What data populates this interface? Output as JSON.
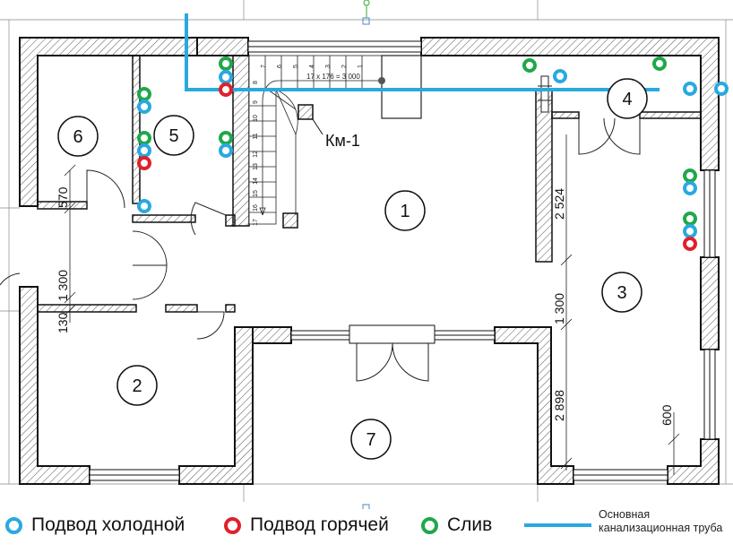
{
  "rooms": [
    "1",
    "2",
    "3",
    "4",
    "5",
    "6",
    "7"
  ],
  "stair_label": "17 x 176 = 3 000",
  "stair_steps": [
    "7",
    "6",
    "5",
    "4",
    "3",
    "2",
    "1",
    "8",
    "9",
    "10",
    "11",
    "12",
    "13",
    "14",
    "15",
    "16",
    "17"
  ],
  "km_label": "Км-1",
  "dimensions": [
    "570",
    "1 300",
    "130",
    "2 524",
    "1 300",
    "2 898",
    "600"
  ],
  "colors": {
    "cold": "#29a9e0",
    "hot": "#e0202a",
    "drain": "#1fa84a",
    "pipe": "#29a9e0"
  },
  "legend": {
    "cold": "Подвод холодной",
    "hot": "Подвод горячей",
    "drain": "Слив",
    "pipe": "Основная канализационная труба"
  }
}
